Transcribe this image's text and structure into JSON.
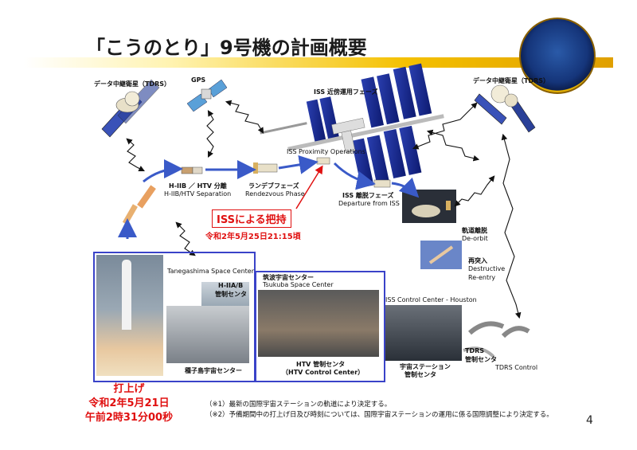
{
  "title": "「こうのとり」9号機の計画概要",
  "page_number": "4",
  "labels": {
    "tdrs_left": "データ中継衛星（TDRS）",
    "gps": "GPS",
    "iss_proximity_jp": "ISS 近傍運用フェーズ",
    "tdrs_right": "データ中継衛星（TDRS）",
    "iss_proximity_en": "ISS Proximity Operations",
    "separation_jp": "H-IIB ／ HTV 分離",
    "separation_en": "H-IIB/HTV Separation",
    "rendezvous_jp": "ランデブフェーズ",
    "rendezvous_en": "Rendezvous Phase",
    "departure_jp": "ISS 離脱フェーズ",
    "departure_en": "Departure from ISS",
    "deorbit_jp": "軌道離脱",
    "deorbit_en": "De-orbit",
    "reentry_jp": "再突入",
    "reentry_en1": "Destructive",
    "reentry_en2": "Re-entry",
    "tanegashima_center": "Tanegashima Space Center",
    "h2ab_control_1": "H-IIA/B",
    "h2ab_control_2": "管制センタ",
    "tanegashima_jp": "種子島宇宙センター",
    "tsukuba_jp": "筑波宇宙センター",
    "tsukuba_en": "Tsukuba Space Center",
    "htv_control_jp": "HTV 管制センタ",
    "htv_control_en": "（HTV Control Center）",
    "iss_control_houston": "ISS Control Center - Houston",
    "station_control_1": "宇宙ステーション",
    "station_control_2": "管制センタ",
    "tdrs_control_jp_1": "TDRS",
    "tdrs_control_jp_2": "管制センタ",
    "tdrs_control_en": "TDRS Control"
  },
  "capture": {
    "label": "ISSによる把持",
    "date": "令和2年5月25日21:15頃"
  },
  "launch": {
    "line1": "打上げ",
    "line2": "令和2年5月21日",
    "line3": "午前2時31分00秒"
  },
  "notes": {
    "note1": "（※1）最新の国際宇宙ステーションの軌道により決定する。",
    "note2": "（※2）予備期間中の打上げ日及び時刻については、国際宇宙ステーションの運用に係る国際調整により決定する。"
  },
  "colors": {
    "accent_red": "#e01010",
    "frame_blue": "#3a43c8",
    "arrow_blue": "#3a5ac8",
    "band_gold": "#f4c000"
  }
}
